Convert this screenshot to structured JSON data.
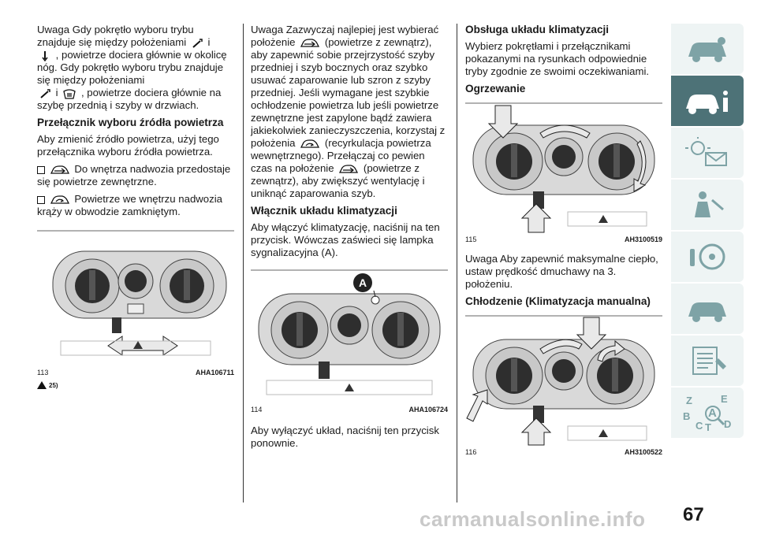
{
  "col1": {
    "p1a": "Uwaga  Gdy pokrętło wyboru trybu znajduje się między położeniami",
    "p1b": "i",
    "p1c": ", powietrze dociera głównie w okolicę nóg. Gdy pokrętło wyboru trybu znajduje się między położeniami",
    "p1d": "i",
    "p1e": ", powietrze dociera głównie na szybę przednią i szyby w drzwiach.",
    "h_source": "Przełącznik wyboru źródła powietrza",
    "p2": "Aby zmienić źródło powietrza, użyj tego przełącznika wyboru źródła powietrza.",
    "opt1": "Do wnętrza nadwozia przedostaje się powietrze zewnętrzne.",
    "opt2": "Powietrze we wnętrzu nadwozia krąży w obwodzie zamkniętym.",
    "fig_num": "113",
    "fig_code": "AHA106711",
    "note_ref": "25)"
  },
  "col2": {
    "p1a": "Uwaga  Zazwyczaj najlepiej jest wybierać położenie",
    "p1b": "(powietrze z zewnątrz), aby zapewnić sobie przejrzystość szyby przedniej i szyb bocznych oraz szybko usuwać zaparowanie lub szron z szyby przedniej. Jeśli wymagane jest szybkie ochłodzenie powietrza lub jeśli powietrze zewnętrzne jest zapylone bądź zawiera jakiekolwiek zanieczyszczenia, korzystaj z położenia",
    "p1c": "(recyrkulacja powietrza wewnętrznego). Przełączaj co pewien czas na położenie",
    "p1d": "(powietrze z zewnątrz), aby zwiększyć wentylację i uniknąć zaparowania szyb.",
    "h_ac": "Włącznik układu klimatyzacji",
    "p2": "Aby włączyć klimatyzację, naciśnij na ten przycisk. Wówczas zaświeci się lampka sygnalizacyjna (A).",
    "fig_label": "A",
    "fig_num": "114",
    "fig_code": "AHA106724",
    "p3": "Aby wyłączyć układ, naciśnij ten przycisk ponownie."
  },
  "col3": {
    "h_ops": "Obsługa układu klimatyzacji",
    "p1": "Wybierz pokrętłami i przełącznikami pokazanymi na rysunkach odpowiednie tryby zgodnie ze swoimi oczekiwaniami.",
    "h_heat": "Ogrzewanie",
    "fig1_num": "115",
    "fig1_code": "AH3100519",
    "p2": "Uwaga  Aby zapewnić maksymalne ciepło, ustaw prędkość dmuchawy na 3. położeniu.",
    "h_cool": "Chłodzenie (Klimatyzacja manualna)",
    "fig2_num": "116",
    "fig2_code": "AH3100522"
  },
  "sidebar": {
    "tabs": [
      "car-icon",
      "car-info-icon",
      "warning-lights-icon",
      "airbag-icon",
      "steering-icon",
      "service-car-icon",
      "specs-icon",
      "index-icon"
    ],
    "index_letters": [
      "Z",
      "E",
      "B",
      "A",
      "C",
      "T",
      "D"
    ]
  },
  "page_number": "67",
  "watermark": "carmanualsonline.info",
  "colors": {
    "accent": "#4d7277",
    "tab_bg": "#eef4f4",
    "tab_icon": "#7ea3a6"
  }
}
